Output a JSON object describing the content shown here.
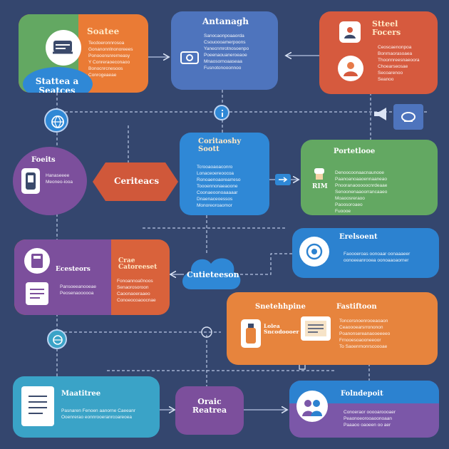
{
  "diagram": {
    "nodes": {
      "top_left": {
        "title_right": "Soatee",
        "title_left": "Stattea a\nSeatces",
        "lines": [
          "Tecdoeronnrosoa",
          "Gonanonnlnonoreees",
          "Ponooonsnrerneasy",
          "Y Conreraoeconaoo",
          "Bonocnrcnesoos",
          "Conrogeaeae"
        ],
        "color": "#ea7b35"
      },
      "top_center": {
        "title": "Antanagh",
        "lines": [
          "Sanocaonpoaaorda",
          "Csouoooamerpoons",
          "Yanecnmrotnosoenpo",
          "Poeenaouaneroeaoe",
          "Mnaosornoaaseaa",
          "Fusnotonooonnoo"
        ],
        "color": "#4e74bd"
      },
      "top_right": {
        "title": "Stteel\nFocers",
        "lines": [
          "Ceoscaenonpoa",
          "Bonrnaorasoaea",
          "Thoonnreesnaeoora",
          "Choearseosae",
          "Secoarenoo",
          "Seanoo"
        ],
        "color": "#d65a3e"
      },
      "left_circle": {
        "title": "Foeits",
        "lines": [
          "Hanaseeee",
          "Meoneo-iooa"
        ],
        "color": "#7c4f9c"
      },
      "left_hexagon": {
        "title": "Ceriteacs",
        "color": "#d0583a"
      },
      "center_top": {
        "title": "Coritaoshy\nSoott",
        "lines": [
          "Tcrooaoaoaconro",
          "Lonaceoereoocoa",
          "Ronoaenoaorearreso",
          "Toooennonaeaoone",
          "Coonaeoonoaaaaar",
          "Dnaenaceoessos",
          "Monoreoroaomor"
        ],
        "color": "#2f88d6"
      },
      "right_green": {
        "title": "Portetlooe",
        "icon_label": "RIM",
        "lines": [
          "Denoocoonaacnaunooe",
          "Paanoanoaaoennaaneao",
          "Pnooranaooooocnrdeaae",
          "Senoonenaaoorrancaaeo",
          "Moaoosreraoo",
          "Paoosoroaeo",
          "Fuoooe"
        ],
        "color": "#63a862"
      },
      "right_blue": {
        "title": "Erelsoent",
        "lines": [
          "Faoooeroas oonoaar oonaaaeer",
          "oonoeeanrooea oonoaaoaorner"
        ],
        "color": "#2c82d0"
      },
      "left_mid": {
        "title_left": "Ecesteors",
        "title_right": "Crae\nCatoreeset",
        "lines_left": [
          "Pansoeeanooeae",
          "Peosenaoooooa"
        ],
        "lines_right": [
          "Fonoannoa0noos",
          "Senaorosoroon",
          "Caoonaoeraaeo",
          "Conoeocoaoocnae"
        ],
        "color": "#d9623b"
      },
      "cloud": {
        "title": "Cutieteeson",
        "color": "#2f88d6"
      },
      "center_orange": {
        "title_left": "Snetehhpine",
        "title_right": "Fastiftoon",
        "inner": "Lolea\nSncodoooer",
        "lines": [
          "Toncorsnoenrooeaoaon",
          "Ceaoooearsrrononon",
          "Poanonsereanaooeeeeo",
          "Frnooesoaooneeoor",
          "To Saoenrnonrscoooae"
        ],
        "color": "#e7843d"
      },
      "bottom_left": {
        "title": "Maatitree",
        "lines": [
          "Pasnaren Fenoen aanorne Caeeanr",
          "Ooenrerao eonnrooeranrcoareoea"
        ],
        "color": "#3aa3c7"
      },
      "bottom_center": {
        "title": "Oraic\nReatrea",
        "color": "#7c4f9c"
      },
      "bottom_right": {
        "title": "Folndepoit",
        "lines": [
          "Conoeraor ooooaroooaer",
          "Peaonoeorooaoonoaan",
          "Paaaoo oaoeen oo aer"
        ],
        "color": "#7b57a8"
      }
    },
    "connectors": [
      {
        "from": "top_left",
        "to": "top_center",
        "style": "solid"
      },
      {
        "from": "top_right",
        "to": "top_center",
        "style": "solid"
      },
      {
        "from": "top_center",
        "to": "center_top",
        "style": "dashed"
      },
      {
        "from": "left_hexagon",
        "to": "center_top",
        "style": "dashed"
      },
      {
        "from": "center_top",
        "to": "right_green",
        "style": "solid"
      },
      {
        "from": "right_blue",
        "to": "cloud",
        "style": "dashed"
      },
      {
        "from": "cloud",
        "to": "left_mid",
        "style": "solid"
      },
      {
        "from": "center_orange",
        "to": "bottom_right",
        "style": "dashed"
      },
      {
        "from": "bottom_left",
        "to": "bottom_center",
        "style": "solid"
      },
      {
        "from": "bottom_center",
        "to": "bottom_right",
        "style": "solid"
      }
    ]
  }
}
